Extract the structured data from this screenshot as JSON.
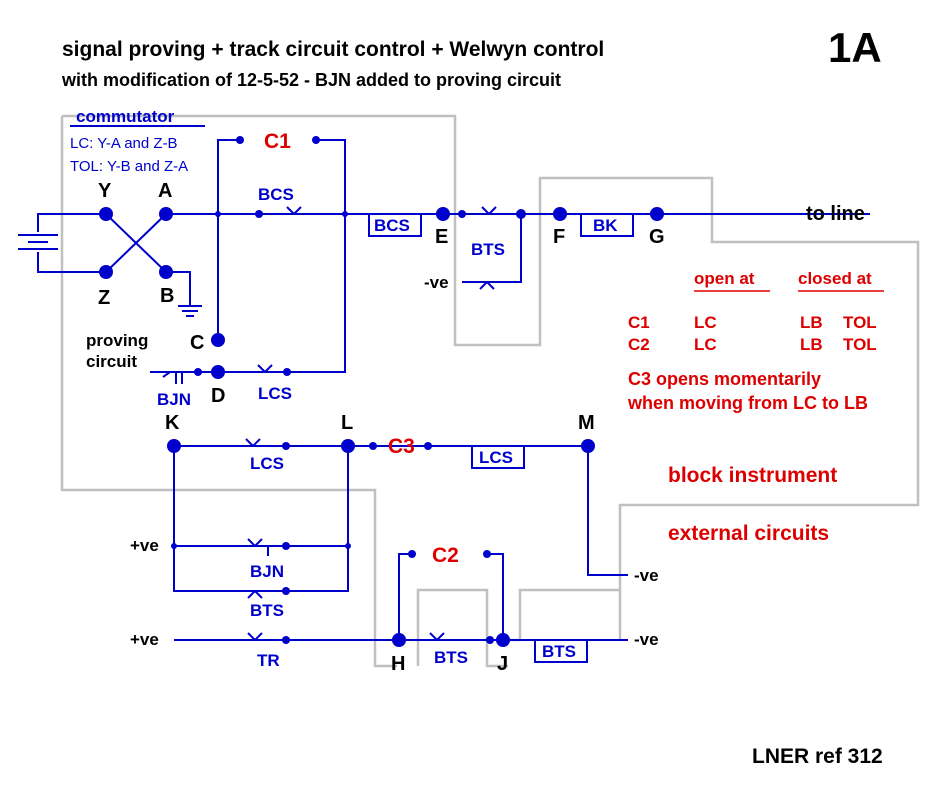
{
  "title": {
    "line1": "signal proving + track circuit control + Welwyn control",
    "line2": "with modification of 12-5-52 - BJN added to proving circuit",
    "sheet": "1A"
  },
  "commutator": {
    "label": "commutator",
    "lc": "LC: Y-A and Z-B",
    "tol": "TOL: Y-B and Z-A"
  },
  "nodes": {
    "Y": "Y",
    "A": "A",
    "Z": "Z",
    "B": "B",
    "C": "C",
    "D": "D",
    "E": "E",
    "F": "F",
    "G": "G",
    "K": "K",
    "L": "L",
    "M": "M",
    "H": "H",
    "J": "J"
  },
  "contacts": {
    "c1": "C1",
    "c2": "C2",
    "c3": "C3",
    "bcs_contact": "BCS",
    "bcs_box": "BCS",
    "bts_top": "BTS",
    "bk": "BK",
    "lcs_proving": "LCS",
    "bjn_proving": "BJN",
    "lcs_kl": "LCS",
    "lcs_box": "LCS",
    "bjn_mid": "BJN",
    "bts_mid": "BTS",
    "tr": "TR",
    "bts_hj": "BTS",
    "bts_box": "BTS"
  },
  "terminals": {
    "to_line": "to line",
    "neg_top": "-ve",
    "pos_mid": "+ve",
    "pos_bottom": "+ve",
    "neg_m": "-ve",
    "neg_bottom": "-ve"
  },
  "labels": {
    "proving": "proving",
    "circuit": "circuit",
    "block_instrument": "block instrument",
    "external_circuits": "external circuits",
    "reference": "LNER ref 312"
  },
  "table": {
    "header_open": "open  at",
    "header_closed": "closed at",
    "rows": [
      {
        "contact": "C1",
        "open": "LC",
        "closed1": "LB",
        "closed2": "TOL"
      },
      {
        "contact": "C2",
        "open": "LC",
        "closed1": "LB",
        "closed2": "TOL"
      }
    ],
    "note1": "C3 opens momentarily",
    "note2": "when moving from LC to LB"
  },
  "colors": {
    "wire": "#0000cc",
    "contact_red": "#dd0000",
    "boundary_grey": "#c0c0c0"
  }
}
